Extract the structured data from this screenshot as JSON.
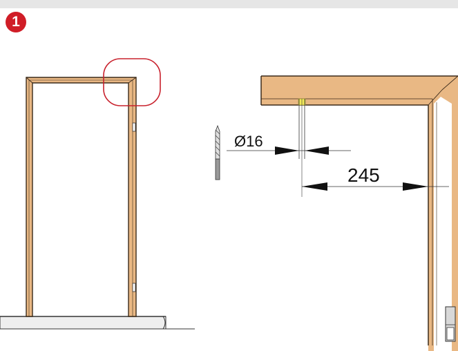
{
  "step": {
    "number": "1"
  },
  "colors": {
    "wood": "#e9b884",
    "wood_edge": "#3a2a1a",
    "highlight_circle": "#c8202c",
    "badge": "#d01d27",
    "drill_mark": "#f3ea5a",
    "top_bar": "#e6e6e6"
  },
  "dimensions": {
    "drill_diameter": "Ø16",
    "distance": "245"
  },
  "icons": {
    "drill_bit": "drill-bit-icon",
    "hinge": "hinge-icon"
  }
}
